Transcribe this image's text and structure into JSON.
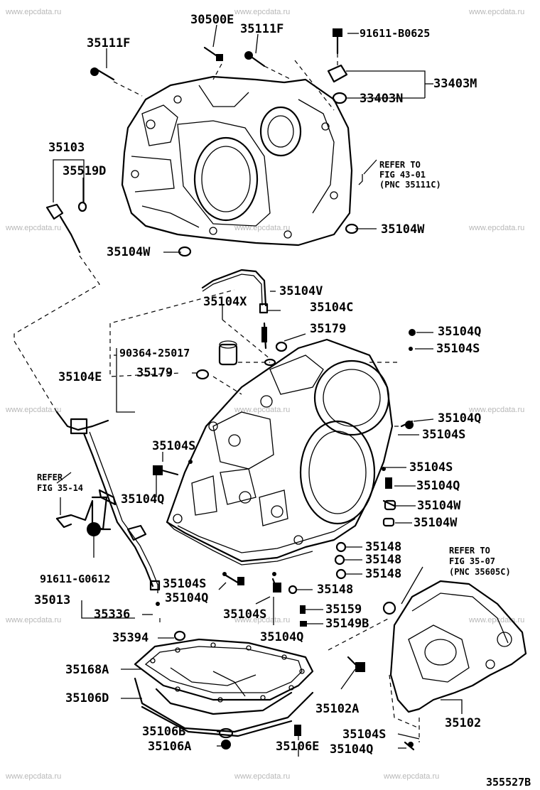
{
  "watermarks": [
    "www.epcdata.ru",
    "www.epcdata.ru",
    "www.epcdata.ru",
    "www.epcdata.ru",
    "www.epcdata.ru",
    "www.epcdata.ru",
    "www.epcdata.ru",
    "www.epcdata.ru",
    "www.epcdata.ru",
    "www.epcdata.ru",
    "www.epcdata.ru",
    "www.epcdata.ru",
    "www.epcdata.ru",
    "www.epcdata.ru",
    "www.epcdata.ru"
  ],
  "labels": {
    "p30500E": "30500E",
    "p35111F_a": "35111F",
    "p35111F_b": "35111F",
    "p91611B0625": "91611-B0625",
    "p33403M": "33403M",
    "p33403N": "33403N",
    "p35103": "35103",
    "p35519D": "35519D",
    "p35104W_a": "35104W",
    "p35104W_b": "35104W",
    "p35104V": "35104V",
    "p35104X": "35104X",
    "p35104C": "35104C",
    "p35179_a": "35179",
    "p35179_b": "35179",
    "p9036425017": "90364-25017",
    "p35104E": "35104E",
    "p35104Q_a": "35104Q",
    "p35104S_a": "35104S",
    "p35104Q_b": "35104Q",
    "p35104S_b": "35104S",
    "p35104S_c": "35104S",
    "p35104Q_c": "35104Q",
    "p35104S_d": "35104S",
    "p35104Q_d": "35104Q",
    "p35104W_c": "35104W",
    "p35104W_d": "35104W",
    "p35148_a": "35148",
    "p35148_b": "35148",
    "p35148_c": "35148",
    "p35148_d": "35148",
    "p91611G0612": "91611-G0612",
    "p35104S_e": "35104S",
    "p35013": "35013",
    "p35104Q_e": "35104Q",
    "p35336": "35336",
    "p35104S_f": "35104S",
    "p35159": "35159",
    "p35394": "35394",
    "p35104Q_f": "35104Q",
    "p35149B": "35149B",
    "p35168A": "35168A",
    "p35106D": "35106D",
    "p35102A": "35102A",
    "p35102": "35102",
    "p35104S_g": "35104S",
    "p35104Q_g": "35104Q",
    "p35106B": "35106B",
    "p35106A": "35106A",
    "p35106E": "35106E",
    "diagram_id": "355527B"
  },
  "refs": {
    "ref1_line1": "REFER TO",
    "ref1_line2": "FIG 43-01",
    "ref1_line3": "(PNC 35111C)",
    "ref2_line1": "REFER",
    "ref2_line2": "FIG 35-14",
    "ref3_line1": "REFER TO",
    "ref3_line2": "FIG 35-07",
    "ref3_line3": "(PNC 35605C)"
  }
}
